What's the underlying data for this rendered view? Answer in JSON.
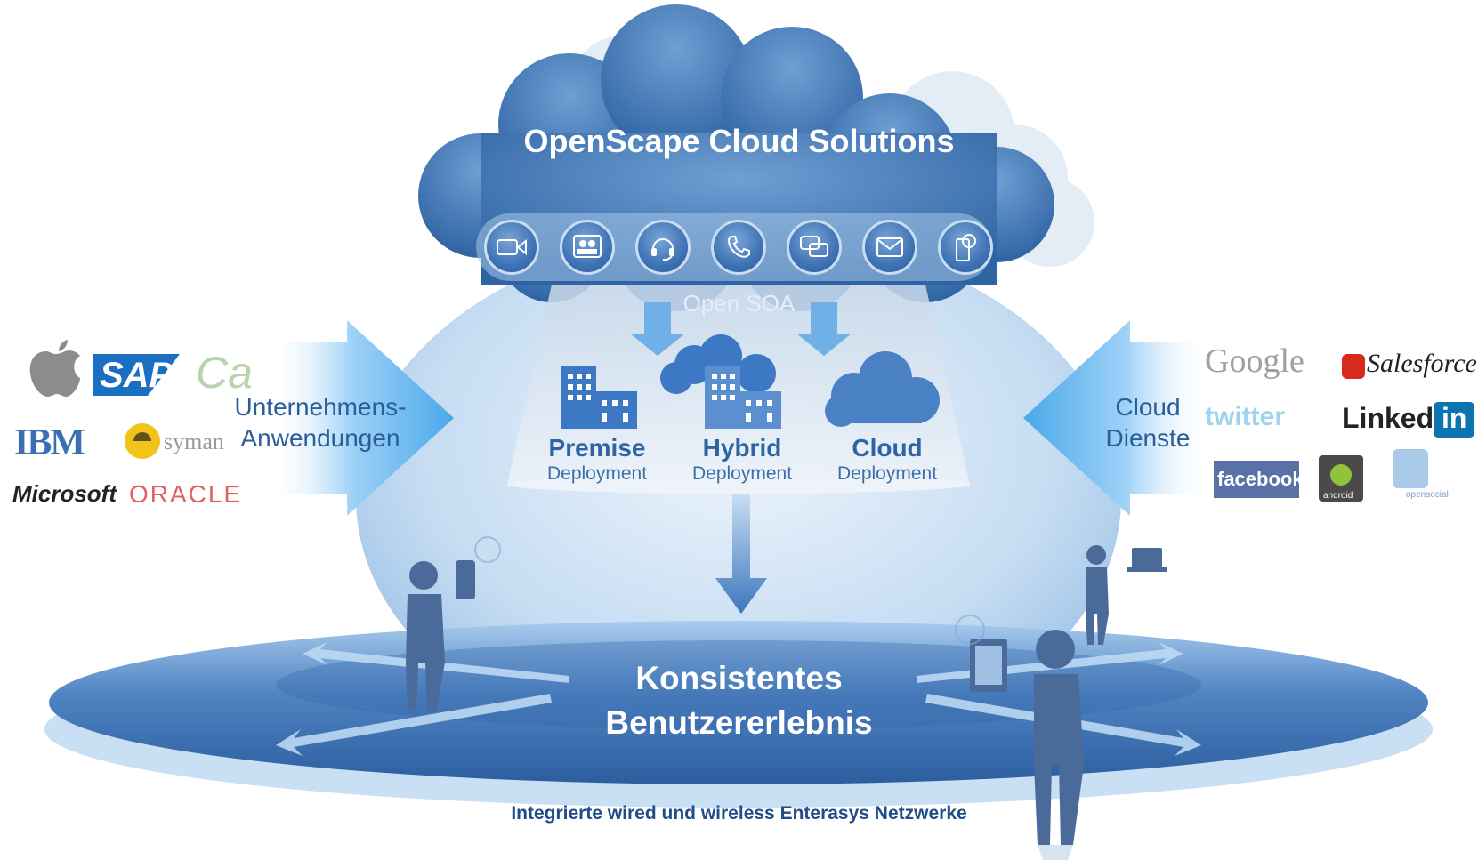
{
  "cloud_title": "OpenScape Cloud Solutions",
  "soa_label": "Open SOA",
  "service_icons": [
    "video-icon",
    "conference-icon",
    "headset-icon",
    "phone-icon",
    "chat-icon",
    "mail-icon",
    "mobile-icon"
  ],
  "deployments": [
    {
      "title": "Premise",
      "subtitle": "Deployment"
    },
    {
      "title": "Hybrid",
      "subtitle": "Deployment"
    },
    {
      "title": "Cloud",
      "subtitle": "Deployment"
    }
  ],
  "left_label": {
    "line1": "Unternehmens-",
    "line2": "Anwendungen"
  },
  "right_label": {
    "line1": "Cloud",
    "line2": "Dienste"
  },
  "left_logos": {
    "apple": "apple-logo",
    "sap": "SAP",
    "ca": "Ca",
    "ibm": "IBM",
    "symantec": "syman",
    "microsoft": "Microsoft",
    "oracle": "ORACLE"
  },
  "right_logos": {
    "google": "Google",
    "salesforce": "Salesforce",
    "twitter": "twitter",
    "linkedin": "Linked",
    "linkedin_in": "in",
    "facebook": "facebook",
    "android": "android",
    "opensocial": "opensocial"
  },
  "experience": {
    "line1": "Konsistentes",
    "line2": "Benutzererlebnis"
  },
  "network_label": "Integrierte wired und wireless Enterasys Netzwerke",
  "colors": {
    "cloud_dark": "#2f64a4",
    "cloud_light": "#9ec3e8",
    "disc": "#3a6fb0",
    "arrow": "#5ab3ee",
    "person": "#4a6b9a"
  }
}
